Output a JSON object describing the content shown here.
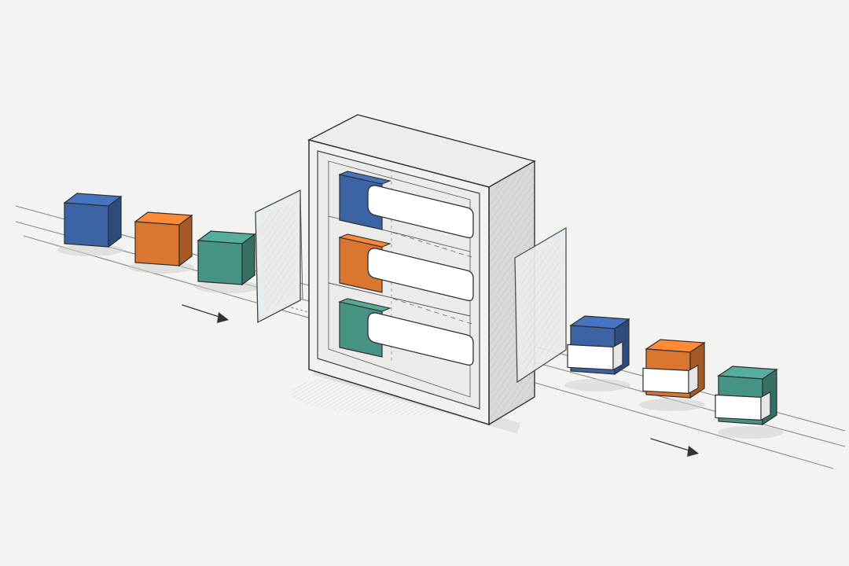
{
  "colors": {
    "paper": "#f3f3f2",
    "pencil": "#3b3b3b",
    "blue": "#3f68ad",
    "orange": "#e57c33",
    "teal": "#4b9b8a",
    "label": "#ffffff"
  },
  "input_cubes": [
    {
      "color": "blue"
    },
    {
      "color": "orange"
    },
    {
      "color": "teal"
    }
  ],
  "slots": [
    {
      "color": "blue",
      "has_label": true
    },
    {
      "color": "orange",
      "has_label": true
    },
    {
      "color": "teal",
      "has_label": true
    }
  ],
  "output_cubes": [
    {
      "color": "blue",
      "labeled": true
    },
    {
      "color": "orange",
      "labeled": true
    },
    {
      "color": "teal",
      "labeled": true
    }
  ],
  "flow_arrows": [
    {
      "direction": "right"
    },
    {
      "direction": "right"
    }
  ],
  "icons": [
    "arrow-right-icon",
    "glass-panel",
    "machine",
    "cube"
  ]
}
